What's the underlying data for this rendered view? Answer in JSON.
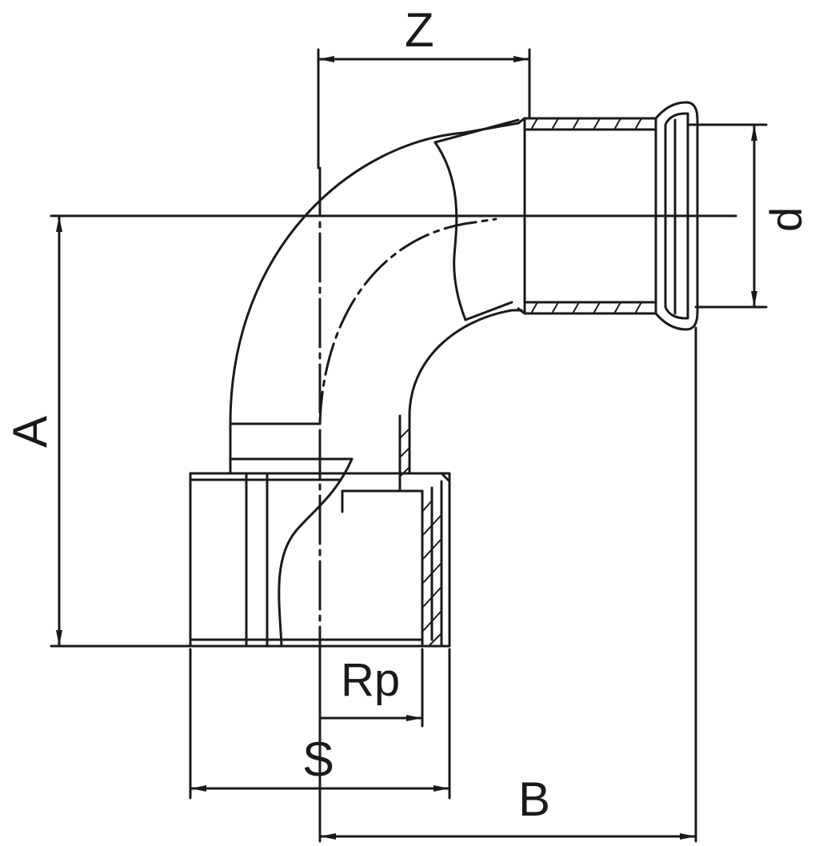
{
  "labels": {
    "z": "Z",
    "d": "d",
    "a": "A",
    "rp": "Rp",
    "s": "S",
    "b": "B"
  },
  "colors": {
    "stroke": "#1a1a1a",
    "background": "#ffffff"
  }
}
